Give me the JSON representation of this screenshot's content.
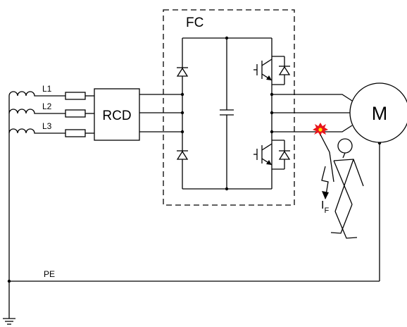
{
  "diagram": {
    "phases": [
      "L1",
      "L2",
      "L3"
    ],
    "rcd_label": "RCD",
    "fc_label": "FC",
    "motor_label": "M",
    "pe_label": "PE",
    "fault_current": {
      "main": "I",
      "sub": "F"
    }
  },
  "colors": {
    "line": "#000000",
    "fault_spark": "#e8141b",
    "fault_core": "#ffe400"
  }
}
